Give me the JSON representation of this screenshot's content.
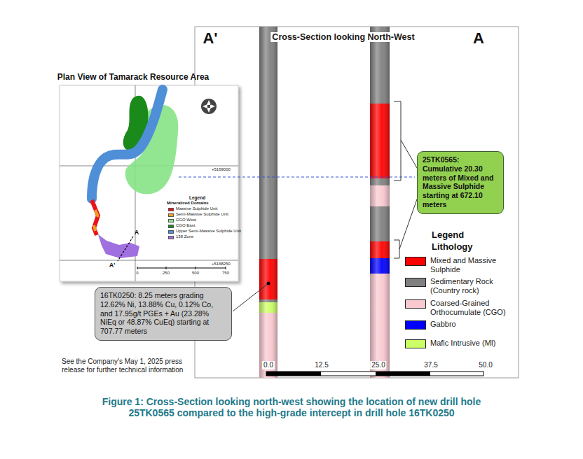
{
  "diagram": {
    "title": "Cross-Section looking North-West",
    "caption": "Figure 1: Cross-Section looking north-west showing the location of new drill hole 25TK0565 compared to the high-grade intercept in drill hole 16TK0250",
    "nodes": [
      {
        "text": [
          "25TK0565: Cumulative 20.30 meters of Mixed and Massive Sulphide starting at 672.10 meters"
        ]
      },
      {
        "text": [
          "16TK0250: 8.25 meters grading 12.62% Ni, 13.88% Cu, 0.12% Co, and 17.95g/t PGEs + Au (23.28% NiEq or 48.87% CuEq) starting at 707.77 meters"
        ]
      }
    ],
    "labels": [
      "A'",
      "A",
      "Plan View of Tamarack Resource Area",
      "+5169000",
      "+5168250",
      "Legend",
      "Mineralized Domains",
      "A",
      "A'",
      "0",
      "250",
      "500",
      "750",
      "Legend",
      "Lithology",
      "See the Company's May 1, 2025 press release for further technical information",
      "0.0",
      "12.5",
      "25.0",
      "37.5",
      "50.0"
    ],
    "legend": [
      {
        "text": "Massive Sulphide Unit",
        "color": "#e8141c"
      },
      {
        "text": "Semi-Massive Sulphide Unit",
        "color": "#f0a020"
      },
      {
        "text": "CGO West",
        "color": "#86e386"
      },
      {
        "text": "CGO East",
        "color": "#1a8a1a"
      },
      {
        "text": "Upper Semi-Massive Sulphide Unit",
        "color": "#4f8fd8"
      },
      {
        "text": "138 Zone",
        "color": "#a070e0"
      },
      {
        "text": "Mixed and Massive Sulphide",
        "color": "#ff0000"
      },
      {
        "text": "Sedimentary Rock (Country rock)",
        "color": "#808080"
      },
      {
        "text": "Coarsed-Grained Orthocumulate (CGO)",
        "color": "#f9c9d0"
      },
      {
        "text": "Gabbro",
        "color": "#0000ff"
      },
      {
        "text": "Mafic Intrusive (MI)",
        "color": "#ccff66"
      }
    ]
  }
}
